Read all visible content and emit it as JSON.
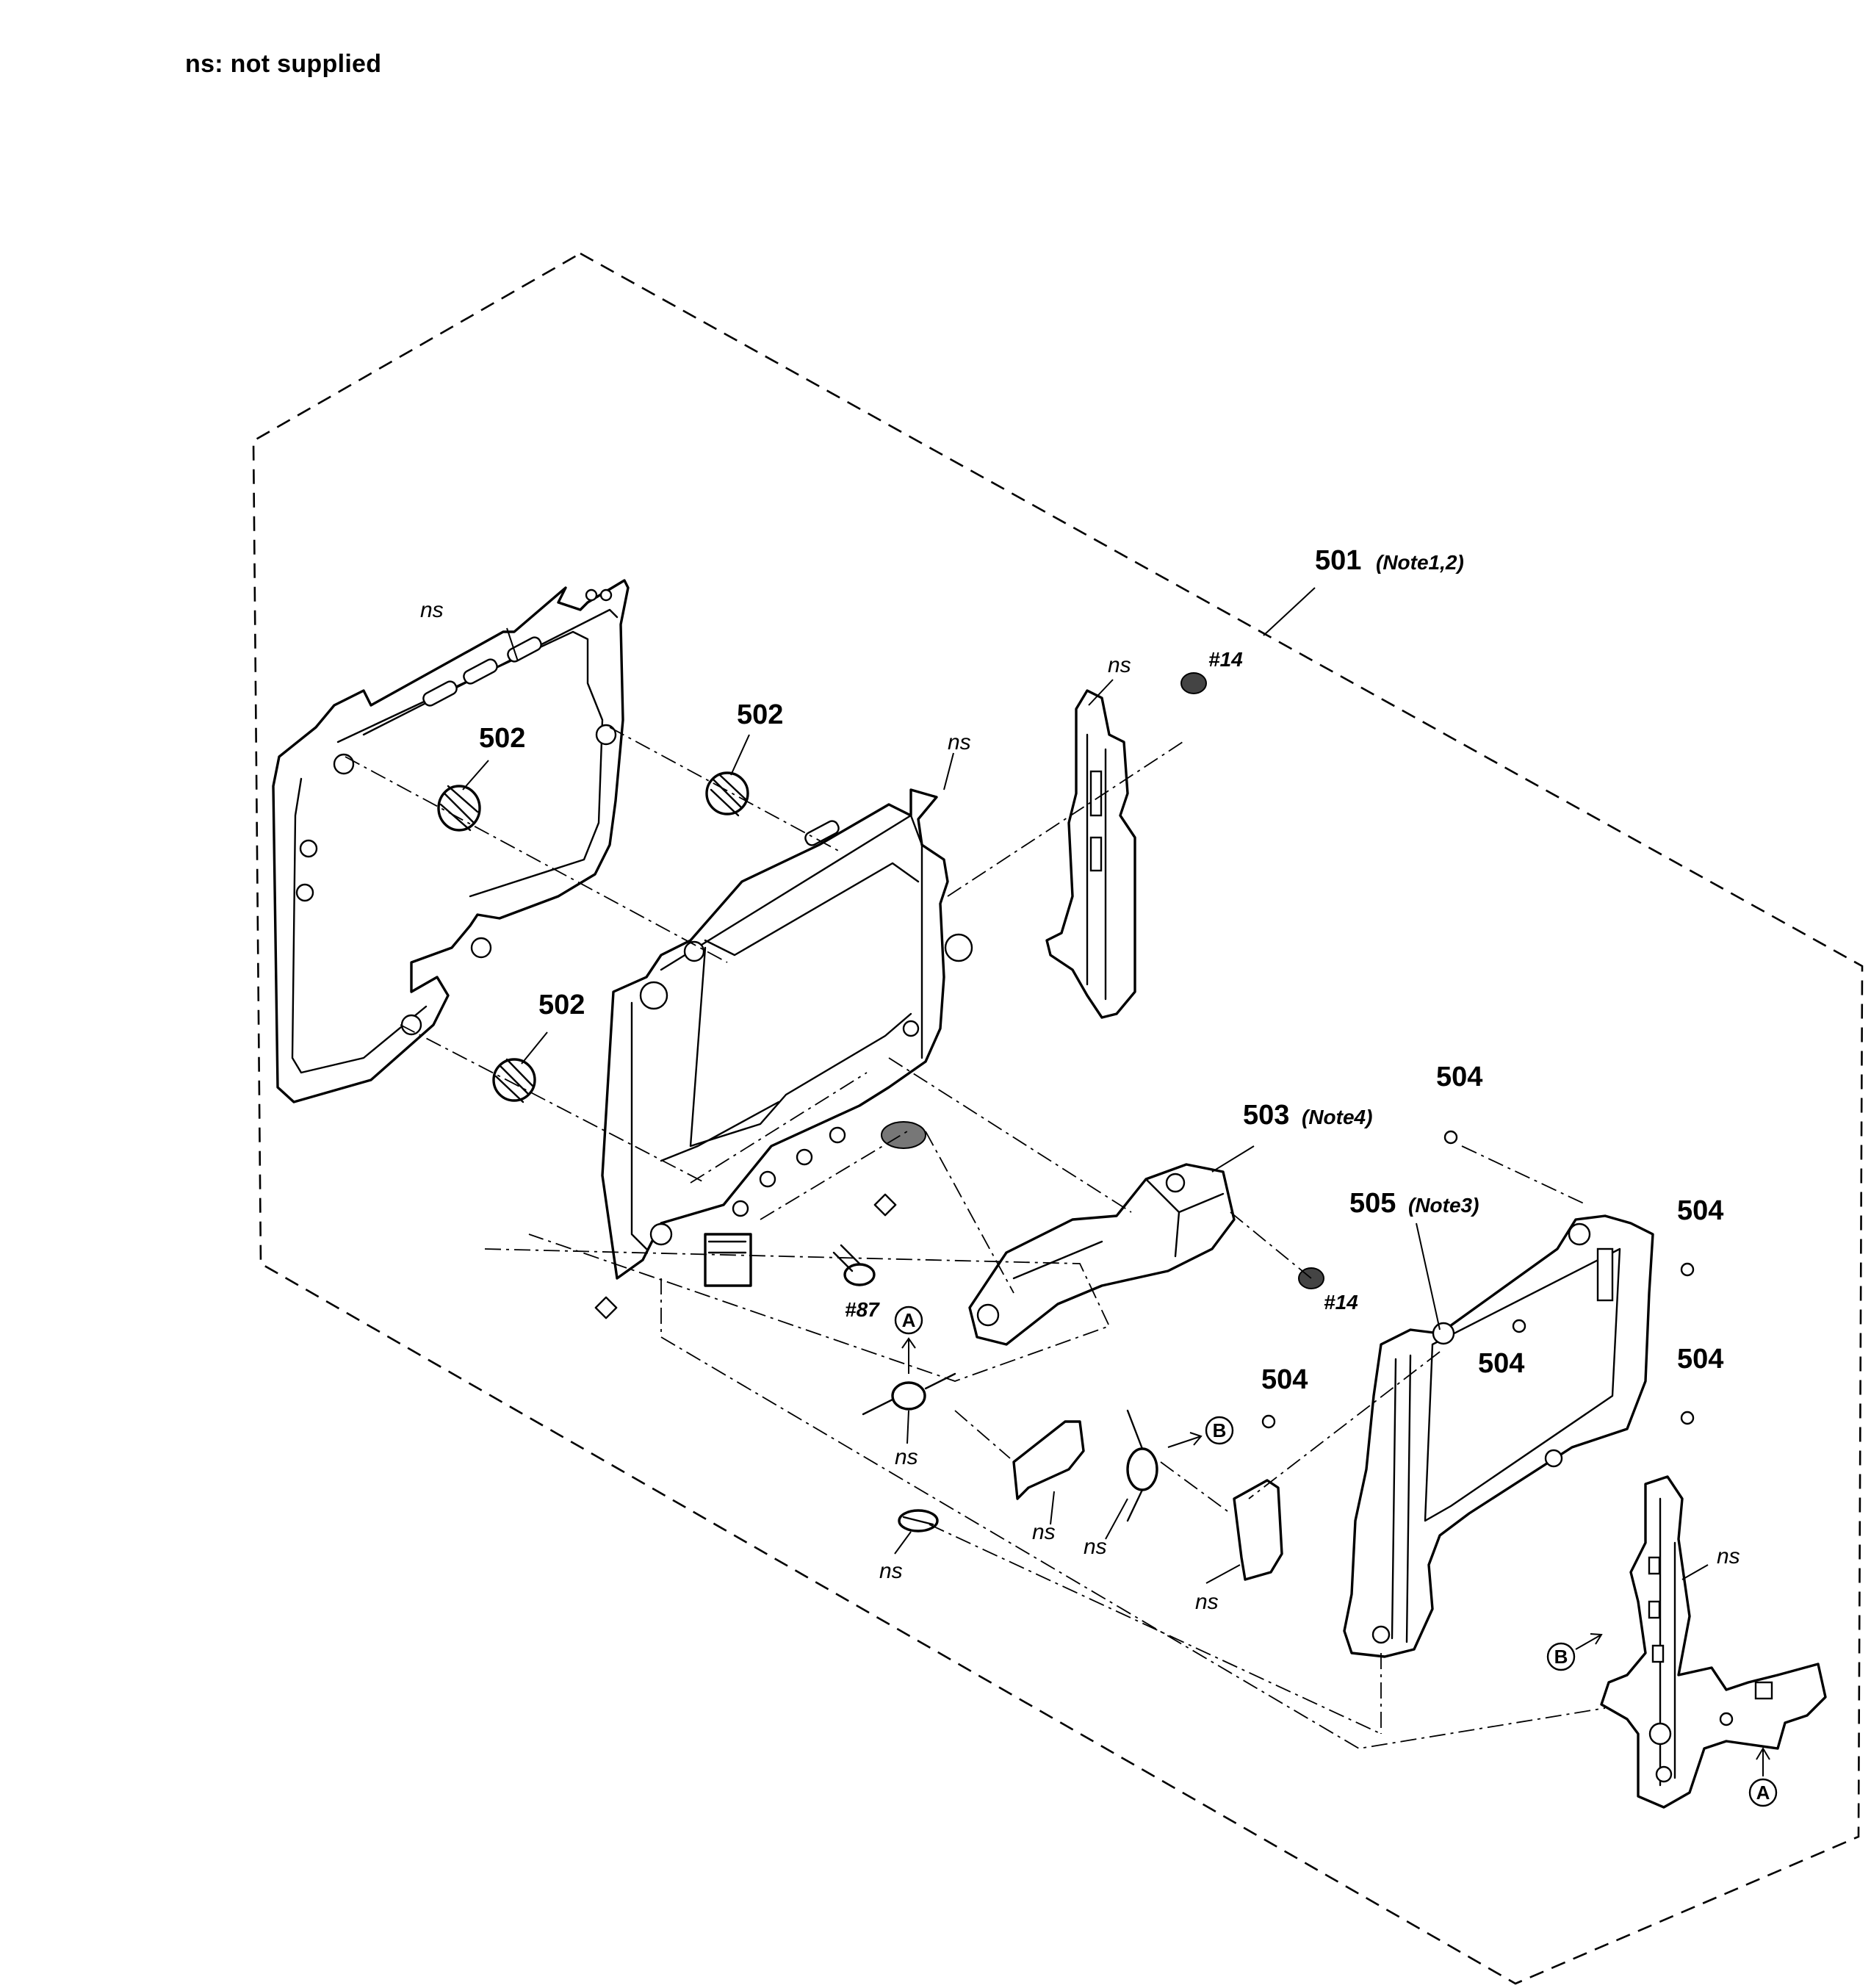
{
  "legend": "ns: not supplied",
  "labels": {
    "p501": "501",
    "p501_note": "(Note1,2)",
    "p502_a": "502",
    "p502_b": "502",
    "p502_c": "502",
    "p503": "503",
    "p503_note": "(Note4)",
    "p504_a": "504",
    "p504_b": "504",
    "p504_c": "504",
    "p504_d": "504",
    "p504_e": "504",
    "p505": "505",
    "p505_note": "(Note3)",
    "screw14_a": "#14",
    "screw14_b": "#14",
    "screw87": "#87",
    "ns": "ns",
    "conn_a": "A",
    "conn_b": "B"
  }
}
